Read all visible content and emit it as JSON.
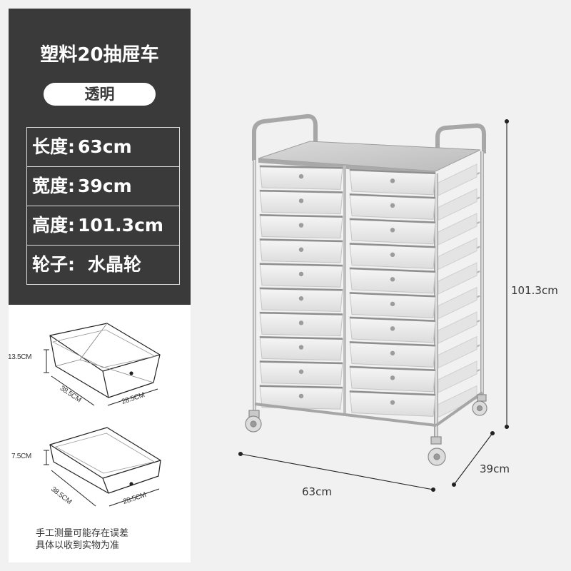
{
  "panel": {
    "title": "塑料20抽屉车",
    "variant": "透明",
    "specs": [
      {
        "label": "长度:",
        "value": "63cm"
      },
      {
        "label": "宽度:",
        "value": "39cm"
      },
      {
        "label": "高度:",
        "value": "101.3cm"
      },
      {
        "label": "轮子:",
        "value": "水晶轮"
      }
    ]
  },
  "drawer_large": {
    "height": "13.5CM",
    "depth": "38.5CM",
    "width": "28.5CM"
  },
  "drawer_small": {
    "height": "7.5CM",
    "depth": "38.5CM",
    "width": "28.5CM"
  },
  "note": {
    "line1": "手工测量可能存在误差",
    "line2": "具体以收到实物为准"
  },
  "dimensions": {
    "height": "101.3cm",
    "width": "63cm",
    "depth": "39cm"
  },
  "product": {
    "drawer_columns": 2,
    "drawers_per_column": 10
  },
  "colors": {
    "panel_bg": "#3a3a3a",
    "background": "#f1f1f1",
    "frame": "#b9b9b9",
    "drawer": "#e9e9e9"
  }
}
